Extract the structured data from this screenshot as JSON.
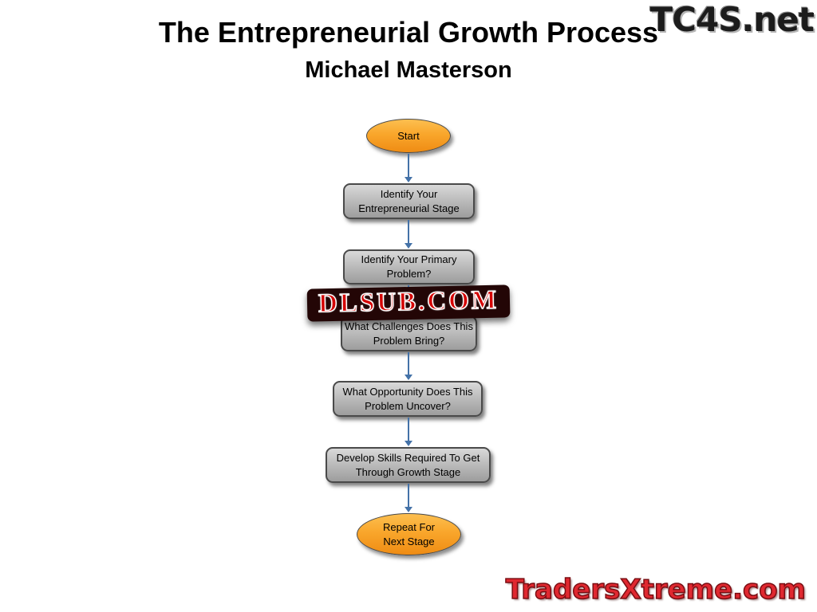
{
  "header": {
    "title": "The Entrepreneurial Growth Process",
    "subtitle": "Michael Masterson"
  },
  "watermarks": {
    "top_right": "TC4S.net",
    "center": "DLSUB.COM",
    "bottom_right": "TradersXtreme.com"
  },
  "flowchart": {
    "nodes": [
      {
        "type": "terminator",
        "label": "Start"
      },
      {
        "type": "process",
        "label": "Identify Your Entrepreneurial Stage"
      },
      {
        "type": "process",
        "label": "Identify Your Primary Problem?"
      },
      {
        "type": "process",
        "label": "What Challenges Does This Problem Bring?"
      },
      {
        "type": "process",
        "label": "What Opportunity Does This Problem Uncover?"
      },
      {
        "type": "process",
        "label": "Develop Skills  Required To Get Through  Growth Stage"
      },
      {
        "type": "terminator",
        "label": "Repeat For Next Stage"
      }
    ],
    "colors": {
      "terminator_fill": "#F79B22",
      "process_fill": "#BDBDBD",
      "node_border": "#4A4A4A",
      "arrow": "#4472A8"
    }
  }
}
